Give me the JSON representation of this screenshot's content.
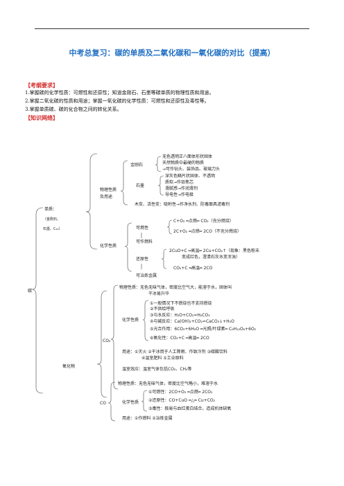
{
  "title": "中考总复习：碳的单质及二氧化碳和一氧化碳的对比（提高）",
  "requirements": {
    "heading": "【考纲要求】",
    "items": [
      "1.掌握碳的化学性质：可燃性和还原性；知道金刚石、石墨等碳单质的物理性质和用途。",
      "2.掌握二氧化碳的性质和用途；掌握一氧化碳的化学性质：可燃性和还原性及毒性等。",
      "3.掌握单质碳、碳的化合物之间的转化关系。"
    ]
  },
  "network": {
    "heading": "【知识网络】",
    "root": "碳",
    "simple": {
      "label": "单质：",
      "sub1": "（金刚石、",
      "sub2": "石墨、C₆₀）",
      "physical": {
        "label1": "物理性质",
        "label2": "及用途",
        "diamond": {
          "label": "金刚石",
          "lines": [
            "无色透明正八面体形状固体",
            "天然物质中最硬的物质",
            "→可作钻头、装饰品、玻璃刀头"
          ]
        },
        "graphite": {
          "label": "石墨",
          "lines": [
            "深灰色鳞片状固体、不透明",
            "质软→作铅笔芯",
            "滑腻感→作润滑剂",
            "导电性→作电极"
          ]
        },
        "charcoal": "木炭、活性炭：吸附性→作净水剂、防毒面具滤毒剂"
      },
      "chemical": {
        "label": "化学性质",
        "flammable": "可燃性",
        "flammable_use": "可作燃料",
        "eq1": "C+O₂ ═点燃═ CO₂（充分燃烧）",
        "eq2": "2C+O₂ ═点燃═ 2CO（不充分燃烧）",
        "reducing": "还原性",
        "reducing_use": "可冶炼金属",
        "eq3": "2CuO+C ═高温═ 2Cu+CO₂↑（现象：黑色粉末",
        "eq3b": "变成红色，澄清石灰水变浑浊）",
        "eq4": "CO₂+C ═高温═ 2CO"
      }
    },
    "oxide": {
      "label": "氧化物",
      "co2": {
        "label": "CO₂",
        "physical": "物理性质：无色无味气体，密度比空气大，能溶于水，固体叫",
        "physical2": "干冰易升华",
        "chem_label": "化学性质",
        "chem": [
          "①一般情况下不燃烧也不支持燃烧",
          "②不供给呼吸",
          "③与水反应：H₂O+CO₂=H₂CO₃",
          "④与碱反应：Ca(OH)₂+CO₂=CaCO₃↓+H₂O",
          "⑤光合作用：6CO₂+6H₂O ═光照/叶绿素═ C₆H₁₂O₆+6O₂",
          "⑥氧化性：CO₂+C ═高温═ 2CO"
        ],
        "uses1": "用途：①灭火 ②干冰用于人工降雨、作致冷剂 ③碳酸饮料",
        "uses2": "④温室肥料 ⑤工业原料",
        "greenhouse": "温室效应：温室气体包括CO₂、CH₄等"
      },
      "co": {
        "label": "CO",
        "physical": "物理性质：无色无味气体，密度比空气略小，难溶于水",
        "chem_label": "化学性质",
        "chem": [
          "①可燃性：2CO+O₂ ═点燃═ 2CO₂",
          "②还原性：CO+CuO ═△═ Cu+CO₂",
          "③毒性：极易与血红蛋白结合，造成机体缺氧"
        ],
        "uses": "用途：①作燃料 ②冶炼金属"
      }
    }
  }
}
